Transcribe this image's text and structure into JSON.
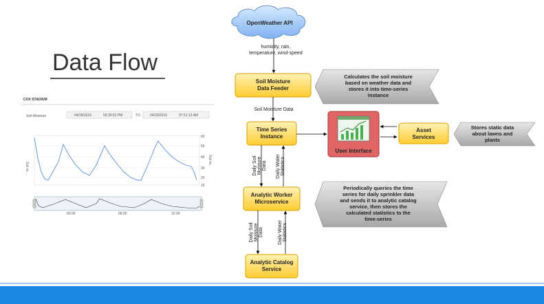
{
  "slide": {
    "title": "Data Flow"
  },
  "screenshot": {
    "heading": "COX STADIUM",
    "legend": "Soil-Moisture",
    "date_from": "04/28/2016",
    "time_from": "06:39:53 PM",
    "to_label": "TO",
    "date_to": "04/29/2016",
    "time_to": "07:51:13 AM",
    "y_axis_left": "Soil m...",
    "y_axis_right": "Soil m...",
    "ticks_right": [
      "60",
      "50",
      "40",
      "30",
      "20",
      "10"
    ],
    "ticks_x": [
      "00:00",
      "06:00",
      "12:00"
    ]
  },
  "diagram": {
    "api": "OpenWeather API",
    "api_edge": [
      "humidity, rain,",
      "temperature, wind-speed"
    ],
    "feeder": [
      "Soil Moisture",
      "Data Feeder"
    ],
    "feeder_note": [
      "Calculates the soil moisture",
      "based on weather data and",
      "stores it into time-series",
      "instance"
    ],
    "feeder_edge": "Soil Moisture Data",
    "timeseries": [
      "Time Series",
      "Instance"
    ],
    "ui": "User Interface",
    "asset": [
      "Asset",
      "Services"
    ],
    "asset_note": [
      "Stores static data",
      "about lawns and",
      "plants"
    ],
    "edge_down1": [
      "Daily Soil",
      "Moisture",
      "Data"
    ],
    "edge_up1": [
      "Daily Water",
      "Statistics"
    ],
    "worker": [
      "Analytic Worker",
      "Microservice"
    ],
    "worker_note": [
      "Periodically queries the time",
      "series for daily sprinkler data",
      "and sends it to analytic catalog",
      "service, then stores the",
      "calculated statistics to the",
      "time-series"
    ],
    "edge_down2": [
      "Daily Soil",
      "Moisture",
      "Data"
    ],
    "edge_up2": [
      "Daily Water",
      "Statistics"
    ],
    "catalog": [
      "Analytic Catalog",
      "Service"
    ]
  },
  "colors": {
    "footer": "#1e88e5",
    "box_fill": "#ffd966",
    "box_stroke": "#d6a200",
    "cloud": "#9fc5f8",
    "ui_fill": "#e06666",
    "note_fill": "#bdbdbd"
  }
}
